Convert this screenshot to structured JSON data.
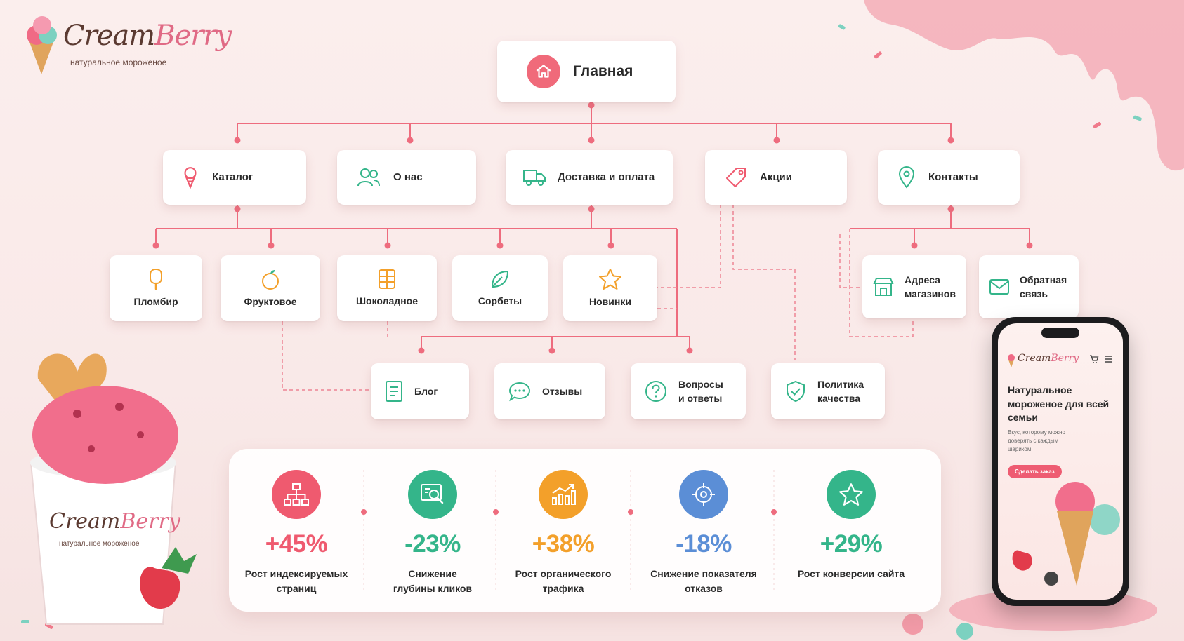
{
  "brand": {
    "name_part1": "Cream",
    "name_part2": "Berry",
    "tagline": "натуральное мороженое"
  },
  "colors": {
    "accent": "#ee5c72",
    "connector": "#ee6c7e",
    "green": "#34b58a",
    "orange": "#f3a02a",
    "blue": "#5b8ed6",
    "red": "#ef5a6f"
  },
  "sitemap": {
    "root": {
      "label": "Главная",
      "icon": "home-icon"
    },
    "level1": [
      {
        "label": "Каталог",
        "icon": "ice-cream-icon"
      },
      {
        "label": "О нас",
        "icon": "users-icon"
      },
      {
        "label": "Доставка и оплата",
        "icon": "truck-icon"
      },
      {
        "label": "Акции",
        "icon": "tag-icon"
      },
      {
        "label": "Контакты",
        "icon": "location-pin-icon"
      }
    ],
    "level2": [
      {
        "label": "Пломбир",
        "icon": "popsicle-icon"
      },
      {
        "label": "Фруктовое",
        "icon": "fruit-icon"
      },
      {
        "label": "Шоколадное",
        "icon": "chocolate-bar-icon"
      },
      {
        "label": "Сорбеты",
        "icon": "leaf-icon"
      },
      {
        "label": "Новинки",
        "icon": "star-icon"
      },
      {
        "label": "Адреса магазинов",
        "line1": "Адреса",
        "line2": "магазинов",
        "icon": "store-icon"
      },
      {
        "label": "Обратная связь",
        "line1": "Обратная",
        "line2": "связь",
        "icon": "mail-icon"
      }
    ],
    "level3": [
      {
        "label": "Блог",
        "icon": "document-icon"
      },
      {
        "label": "Отзывы",
        "icon": "chat-icon"
      },
      {
        "label": "Вопросы и ответы",
        "line1": "Вопросы",
        "line2": "и ответы",
        "icon": "question-icon"
      },
      {
        "label": "Политика качества",
        "line1": "Политика",
        "line2": "качества",
        "icon": "shield-check-icon"
      }
    ]
  },
  "stats": [
    {
      "value": "+45%",
      "label_line1": "Рост индексируемых",
      "label_line2": "страниц",
      "icon": "sitemap-icon",
      "color": "#ef5a6f"
    },
    {
      "value": "-23%",
      "label_line1": "Снижение",
      "label_line2": "глубины кликов",
      "icon": "search-screen-icon",
      "color": "#34b58a"
    },
    {
      "value": "+38%",
      "label_line1": "Рост органического",
      "label_line2": "трафика",
      "icon": "growth-chart-icon",
      "color": "#f3a02a"
    },
    {
      "value": "-18%",
      "label_line1": "Снижение показателя",
      "label_line2": "отказов",
      "icon": "target-icon",
      "color": "#5b8ed6"
    },
    {
      "value": "+29%",
      "label_line1": "Рост конверсии сайта",
      "label_line2": "",
      "icon": "star-icon",
      "color": "#34b58a"
    }
  ],
  "cup": {
    "name_part1": "Cream",
    "name_part2": "Berry",
    "tagline": "натуральное мороженое"
  },
  "phone": {
    "brand_part1": "Cream",
    "brand_part2": "Berry",
    "headline": "Натуральное мороженое для всей семьи",
    "subtext": "Вкус, которому можно доверять с каждым шариком",
    "cta": "Сделать заказ"
  }
}
